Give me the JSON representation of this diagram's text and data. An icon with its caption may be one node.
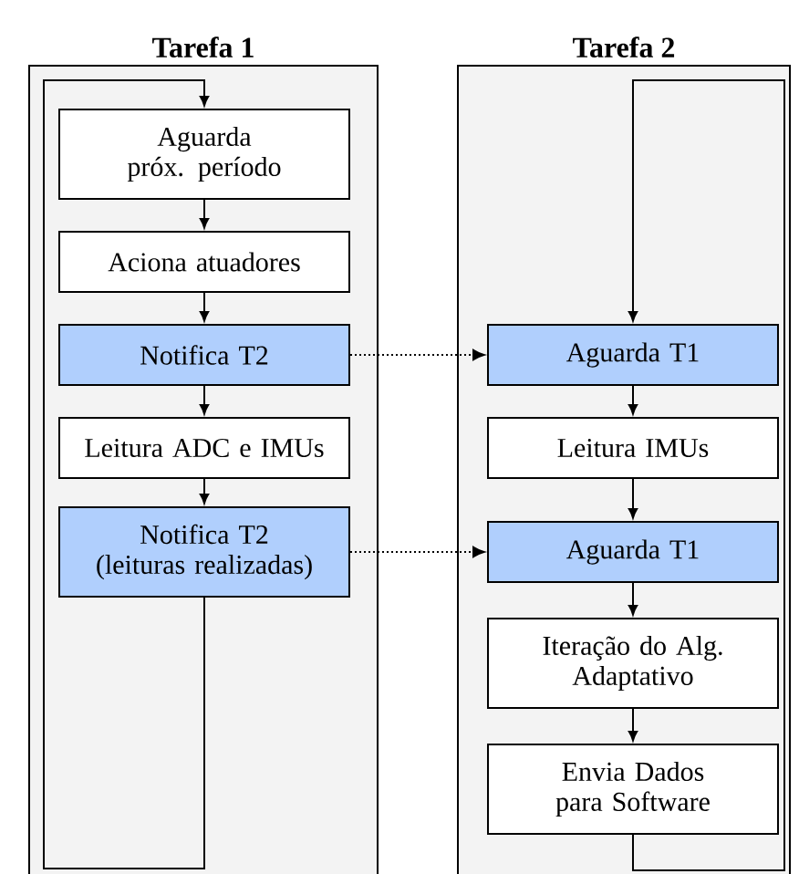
{
  "diagram": {
    "nodes": [
      {
        "text": [
          "Tarefa 1"
        ]
      },
      {
        "text": [
          "Aguarda próx. período"
        ],
        "in": 0
      },
      {
        "text": [
          "Aciona atuadores"
        ],
        "in": 0
      },
      {
        "text": [
          "Notifica T2"
        ],
        "in": 0
      },
      {
        "text": [
          "Leitura ADC e IMUs"
        ],
        "in": 0
      },
      {
        "text": [
          "Notifica T2 (leituras realizadas)"
        ],
        "in": 0
      },
      {
        "text": [
          "Tarefa 2"
        ]
      },
      {
        "text": [
          "Aguarda T1"
        ],
        "in": 6
      },
      {
        "text": [
          "Leitura IMUs"
        ],
        "in": 6
      },
      {
        "text": [
          "Aguarda T1"
        ],
        "in": 6
      },
      {
        "text": [
          "Iteração do Alg. Adaptativo"
        ],
        "in": 6
      },
      {
        "text": [
          "Envia Dados para Software"
        ],
        "in": 6
      }
    ],
    "edges": [
      {
        "from": 1,
        "to": 2,
        "arrow": "to"
      },
      {
        "from": 2,
        "to": 3,
        "arrow": "to"
      },
      {
        "from": 3,
        "to": 4,
        "arrow": "to"
      },
      {
        "from": 4,
        "to": 5,
        "arrow": "to"
      },
      {
        "from": 5,
        "to": 1,
        "arrow": "to"
      },
      {
        "from": 3,
        "to": 7,
        "arrow": "to",
        "style": "dashed"
      },
      {
        "from": 5,
        "to": 9,
        "arrow": "to",
        "style": "dashed"
      },
      {
        "from": 7,
        "to": 8,
        "arrow": "to"
      },
      {
        "from": 8,
        "to": 9,
        "arrow": "to"
      },
      {
        "from": 9,
        "to": 10,
        "arrow": "to"
      },
      {
        "from": 10,
        "to": 11,
        "arrow": "to"
      },
      {
        "from": 11,
        "to": 7,
        "arrow": "to"
      }
    ]
  }
}
